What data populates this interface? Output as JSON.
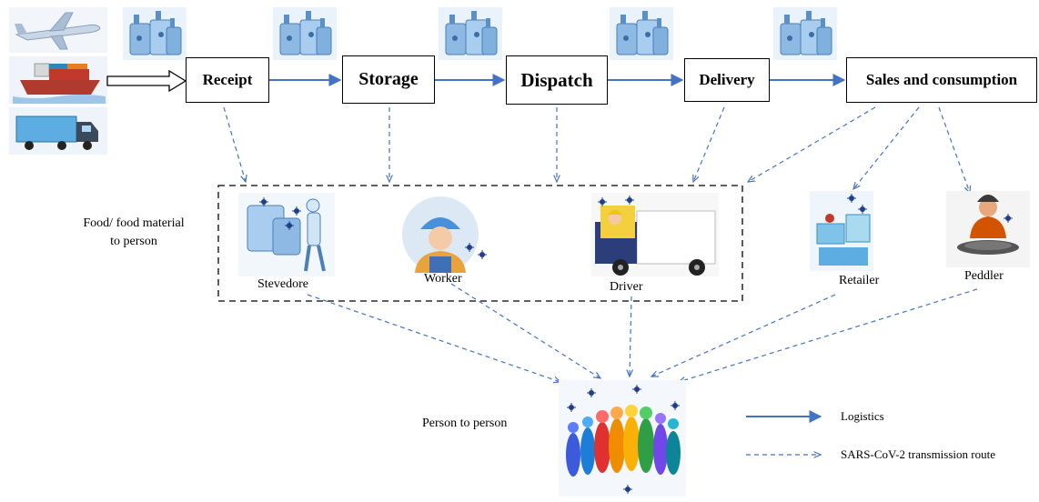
{
  "stages": {
    "receipt": "Receipt",
    "storage": "Storage",
    "dispatch": "Dispatch",
    "delivery": "Delivery",
    "sales": "Sales and consumption"
  },
  "people": {
    "stevedore": "Stevedore",
    "worker": "Worker",
    "driver": "Driver",
    "retailer": "Retailer",
    "peddler": "Peddler"
  },
  "side_labels": {
    "food_to_person_line1": "Food/ food material",
    "food_to_person_line2": "to person",
    "person_to_person": "Person to person"
  },
  "legend": {
    "logistics": "Logistics",
    "transmission": "SARS-CoV-2 transmission route"
  },
  "colors": {
    "arrow": "#4472c4",
    "dashed_box": "#000000",
    "virus": "#1f3f8c",
    "icon_blue": "#6fa8dc"
  },
  "icons": {
    "transport": [
      "airplane-icon",
      "cargo-ship-icon",
      "container-truck-icon"
    ],
    "cold_storage": "cold-storage-icon",
    "crowd": "crowd-icon"
  }
}
